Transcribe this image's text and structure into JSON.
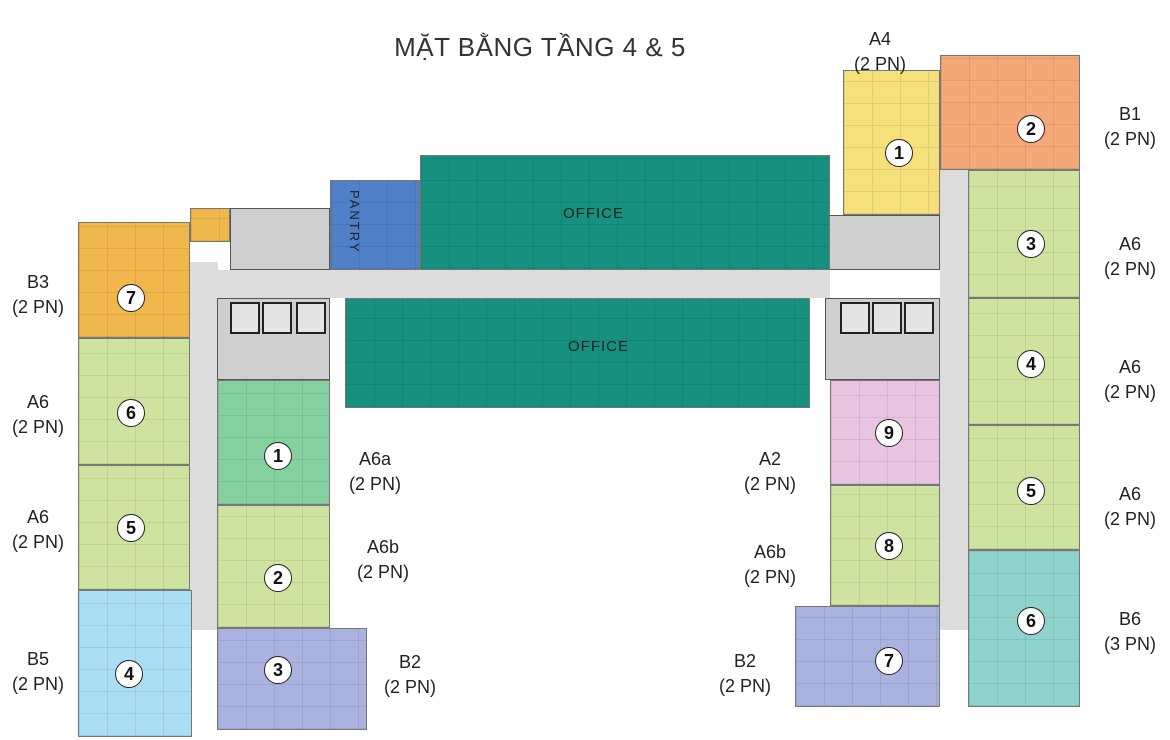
{
  "title": "MẶT BẰNG TẦNG 4 & 5",
  "colors": {
    "office": "#16907f",
    "pantry": "#4f80c8",
    "corridor": "#dcdcdc",
    "core": "#cfcfcf"
  },
  "office_label": "OFFICE",
  "pantry_label": "PANTRY",
  "units": [
    {
      "id": "b3-7",
      "type": "B3",
      "beds": "(2 PN)",
      "number": "7",
      "color": "#f0b84c"
    },
    {
      "id": "a6-6-left",
      "type": "A6",
      "beds": "(2 PN)",
      "number": "6",
      "color": "#cfe3a0"
    },
    {
      "id": "a6-5-left",
      "type": "A6",
      "beds": "(2 PN)",
      "number": "5",
      "color": "#cfe3a0"
    },
    {
      "id": "b5-4",
      "type": "B5",
      "beds": "(2 PN)",
      "number": "4",
      "color": "#a9def5"
    },
    {
      "id": "a6a-1",
      "type": "A6a",
      "beds": "(2 PN)",
      "number": "1",
      "color": "#84d09e"
    },
    {
      "id": "a6b-2",
      "type": "A6b",
      "beds": "(2 PN)",
      "number": "2",
      "color": "#cfe3a0"
    },
    {
      "id": "b2-3",
      "type": "B2",
      "beds": "(2 PN)",
      "number": "3",
      "color": "#aab2e0"
    },
    {
      "id": "a4-1",
      "type": "A4",
      "beds": "(2 PN)",
      "number": "1",
      "color": "#f5e07c"
    },
    {
      "id": "b1-2",
      "type": "B1",
      "beds": "(2 PN)",
      "number": "2",
      "color": "#f4a878"
    },
    {
      "id": "a6-3-right",
      "type": "A6",
      "beds": "(2 PN)",
      "number": "3",
      "color": "#cfe3a0"
    },
    {
      "id": "a6-4-right",
      "type": "A6",
      "beds": "(2 PN)",
      "number": "4",
      "color": "#cfe3a0"
    },
    {
      "id": "a6-5-right",
      "type": "A6",
      "beds": "(2 PN)",
      "number": "5",
      "color": "#cfe3a0"
    },
    {
      "id": "b6-6",
      "type": "B6",
      "beds": "(3 PN)",
      "number": "6",
      "color": "#8fd4cc"
    },
    {
      "id": "a2-9",
      "type": "A2",
      "beds": "(2 PN)",
      "number": "9",
      "color": "#e9c4e1"
    },
    {
      "id": "a6b-8",
      "type": "A6b",
      "beds": "(2 PN)",
      "number": "8",
      "color": "#cfe3a0"
    },
    {
      "id": "b2-7",
      "type": "B2",
      "beds": "(2 PN)",
      "number": "7",
      "color": "#aab2e0"
    }
  ]
}
